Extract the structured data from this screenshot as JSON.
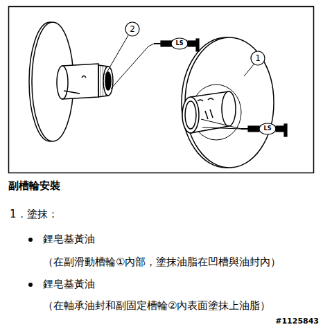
{
  "diagram": {
    "title": "副槽輪安裝",
    "labels": [
      "2",
      "LS",
      "1",
      "LS",
      "1．塗抹：",
      "鋰皂基黃油",
      "（在副滑動槽輪①內部，塗抹油脂在凹槽與油封內）",
      "鋰皂基黃油",
      "（在軸承油封和副固定槽輪②內表面塗抹上油脂）",
      "#1125843"
    ]
  }
}
